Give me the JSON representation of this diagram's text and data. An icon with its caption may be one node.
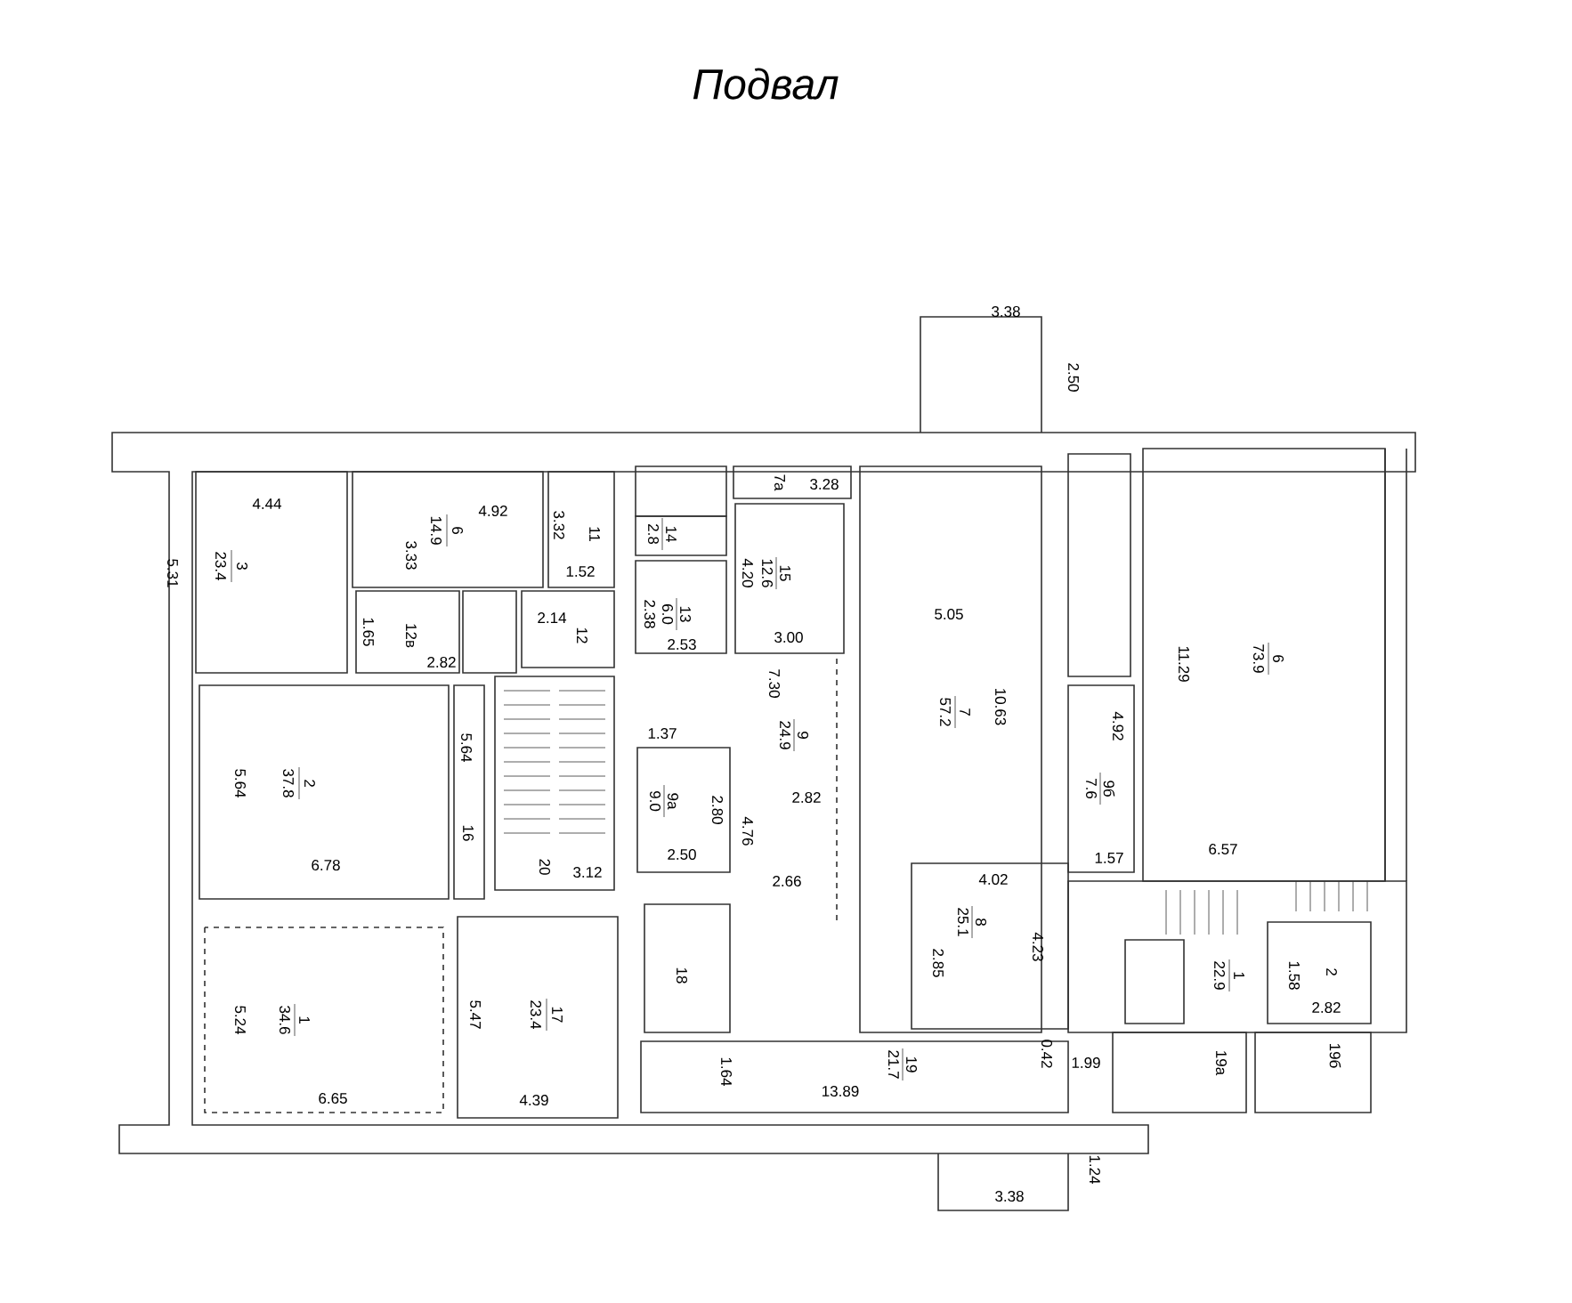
{
  "diagram": {
    "title": "Подвал",
    "labels": [
      "3.38",
      "2.50",
      "4.44",
      "5.31",
      "3",
      "23.4",
      "4.92",
      "6",
      "14.9",
      "3.33",
      "11",
      "3.32",
      "1.52",
      "1.65",
      "12в",
      "2.82",
      "2.14",
      "12",
      "5.64",
      "16",
      "5.64",
      "2",
      "37.8",
      "6.78",
      "20",
      "3.12",
      "5.24",
      "1",
      "34.6",
      "6.65",
      "5.47",
      "17",
      "23.4",
      "4.39",
      "7а",
      "3.28",
      "14",
      "2.8",
      "15",
      "12.6",
      "4.20",
      "3.00",
      "13",
      "6.0",
      "2.38",
      "2.53",
      "7.30",
      "9",
      "24.9",
      "1.37",
      "9а",
      "9.0",
      "2.80",
      "2.82",
      "4.76",
      "2.50",
      "2.66",
      "5.05",
      "7",
      "57.2",
      "10.63",
      "11.29",
      "6",
      "73.9",
      "4.92",
      "9б",
      "7.6",
      "1.57",
      "6.57",
      "4.02",
      "8",
      "25.1",
      "2.85",
      "4.23",
      "18",
      "1.64",
      "19",
      "21.7",
      "13.89",
      "0.42",
      "1.99",
      "1",
      "22.9",
      "1.58",
      "2",
      "2.82",
      "19а",
      "19б",
      "1.24",
      "3.38"
    ]
  }
}
